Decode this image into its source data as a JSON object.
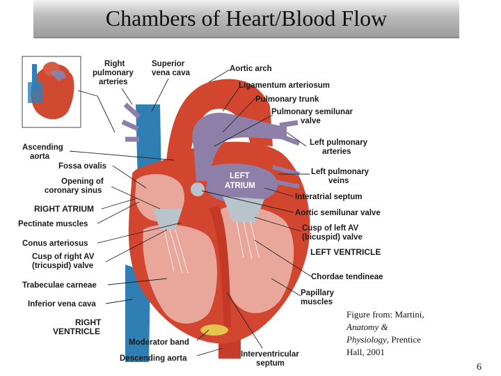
{
  "title": "Chambers of Heart/Blood Flow",
  "labels": {
    "right_pulmonary_arteries": [
      "Right",
      "pulmonary",
      "arteries"
    ],
    "superior_vena_cava": [
      "Superior",
      "vena cava"
    ],
    "aortic_arch": "Aortic arch",
    "ligamentum_arteriosum": "Ligamentum arteriosum",
    "pulmonary_trunk": "Pulmonary trunk",
    "pulmonary_semilunar_valve": [
      "Pulmonary semilunar",
      "valve"
    ],
    "left_pulmonary_arteries": [
      "Left pulmonary",
      "arteries"
    ],
    "left_pulmonary_veins": [
      "Left pulmonary",
      "veins"
    ],
    "interatrial_septum": "Interatrial septum",
    "aortic_semilunar_valve": "Aortic semilunar valve",
    "cusp_left_av": [
      "Cusp of left AV",
      "(bicuspid) valve"
    ],
    "left_ventricle": "LEFT VENTRICLE",
    "chordae_tendineae": "Chordae tendineae",
    "papillary_muscles": [
      "Papillary",
      "muscles"
    ],
    "interventricular_septum": [
      "Interventricular",
      "septum"
    ],
    "descending_aorta": "Descending aorta",
    "moderator_band": "Moderator band",
    "right_ventricle": [
      "RIGHT",
      "VENTRICLE"
    ],
    "inferior_vena_cava": "Inferior vena cava",
    "trabeculae_carneae": "Trabeculae carneae",
    "cusp_right_av": [
      "Cusp of right AV",
      "(tricuspid) valve"
    ],
    "conus_arteriosus": "Conus arteriosus",
    "pectinate_muscles": "Pectinate muscles",
    "right_atrium": "RIGHT ATRIUM",
    "opening_coronary_sinus": [
      "Opening of",
      "coronary sinus"
    ],
    "fossa_ovalis": "Fossa ovalis",
    "ascending_aorta": [
      "Ascending",
      "aorta"
    ],
    "left_atrium": [
      "LEFT",
      "ATRIUM"
    ]
  },
  "credit": {
    "prefix": "Figure from: Martini,",
    "book_title": "Anatomy & Physiology",
    "book_title_line1": "Anatomy &",
    "book_title_line2": "Physiology",
    "suffix_after_title": ", Prentice",
    "publisher_year": "Hall, 2001"
  },
  "page_number": "6",
  "colors": {
    "heart_red": "#d2452e",
    "vein_blue": "#2f7fb5",
    "pulmonary_purple": "#8e7fa8",
    "interior_pink": "#e9a79b",
    "valve_gray": "#b9c3cc"
  }
}
